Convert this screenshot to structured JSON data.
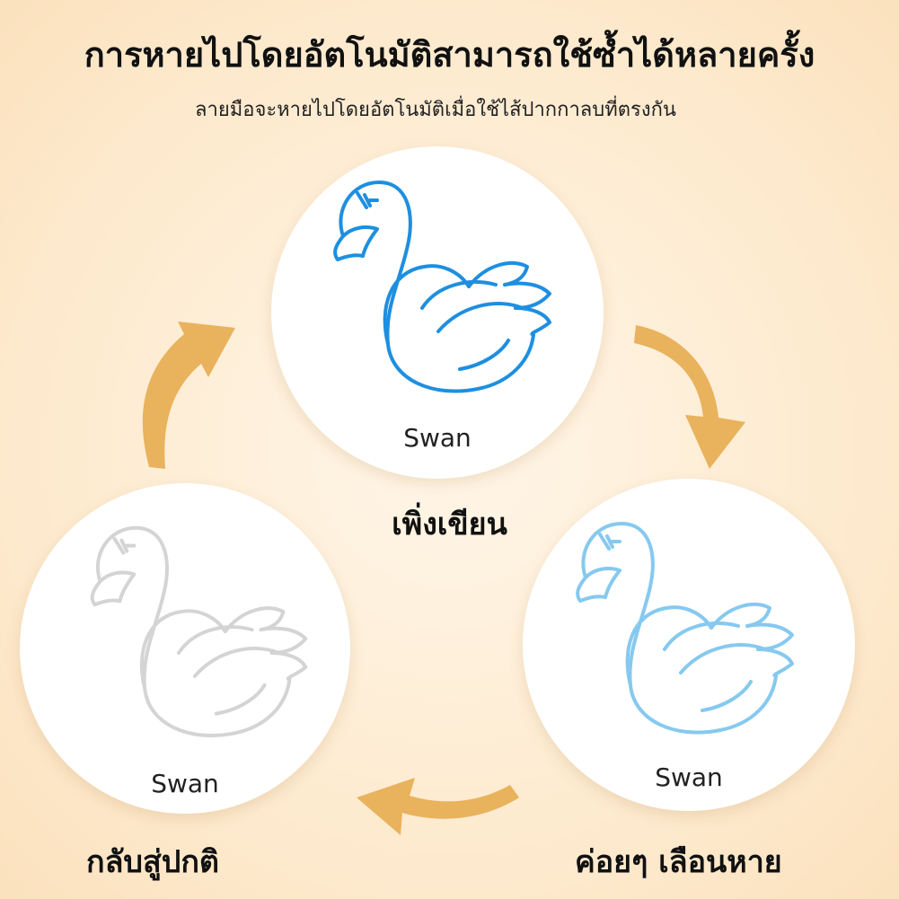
{
  "title": "การหายไปโดยอัตโนมัติสามารถใช้ซ้ำได้หลายครั้ง",
  "subtitle": "ลายมือจะหายไปโดยอัตโนมัติเมื่อใช้ไส้ปากกาลบที่ตรงกัน",
  "stages": [
    {
      "swan_label": "Swan",
      "caption": "เพิ่งเขียน",
      "ink_color": "#1e8fe0"
    },
    {
      "swan_label": "Swan",
      "caption": "ค่อยๆ เลือนหาย",
      "ink_color": "#86c9ef"
    },
    {
      "swan_label": "Swan",
      "caption": "กลับสู่ปกติ",
      "ink_color": "#d4d4d4"
    }
  ],
  "arrow_color": "#e9b25c",
  "icons": [
    "swan-drawing-icon",
    "curved-arrow-icon"
  ]
}
